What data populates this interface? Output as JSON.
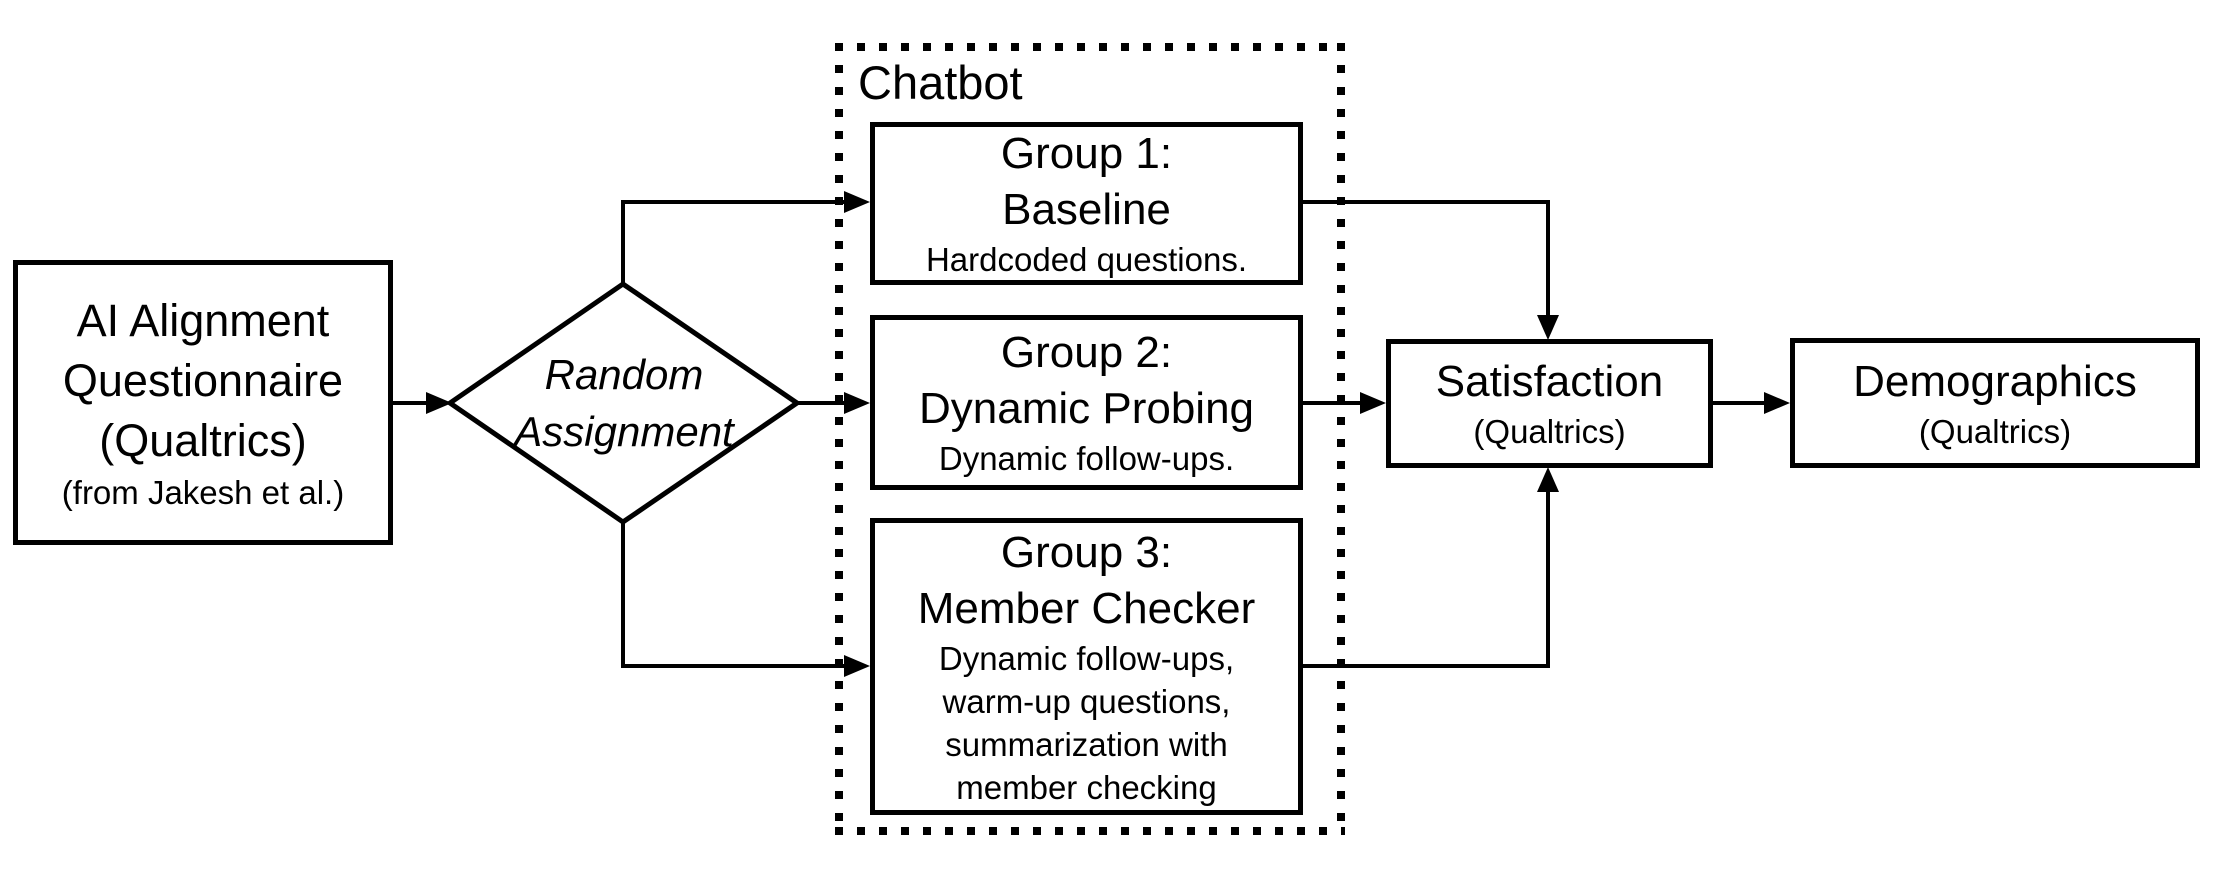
{
  "diagram": {
    "background_color": "#ffffff",
    "stroke_color": "#000000",
    "start": {
      "lines": [
        "AI Alignment",
        "Questionnaire",
        "(Qualtrics)"
      ],
      "subtitle": "(from Jakesh et al.)"
    },
    "decision": {
      "lines": [
        "Random",
        "Assignment"
      ]
    },
    "chatbot": {
      "label": "Chatbot"
    },
    "groups": [
      {
        "title_lines": [
          "Group 1:",
          "Baseline"
        ],
        "desc_lines": [
          "Hardcoded questions."
        ]
      },
      {
        "title_lines": [
          "Group 2:",
          "Dynamic Probing"
        ],
        "desc_lines": [
          "Dynamic follow-ups."
        ]
      },
      {
        "title_lines": [
          "Group 3:",
          "Member Checker"
        ],
        "desc_lines": [
          "Dynamic follow-ups,",
          "warm-up questions,",
          "summarization with",
          "member checking"
        ]
      }
    ],
    "satisfaction": {
      "title": "Satisfaction",
      "subtitle": "(Qualtrics)"
    },
    "demographics": {
      "title": "Demographics",
      "subtitle": "(Qualtrics)"
    }
  }
}
